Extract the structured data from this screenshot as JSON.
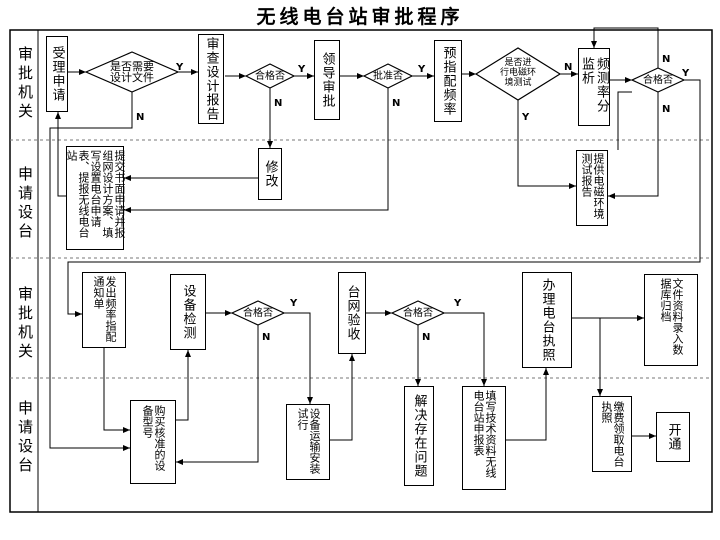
{
  "title": "无线电台站审批程序",
  "bands": [
    "审批机关",
    "申请设台",
    "审批机关",
    "申请设台"
  ],
  "boxes": {
    "b1": "受理申请",
    "b2": "审查设计报告",
    "b3": "领导审批",
    "b4": "预指配频率",
    "b5": "频测率分监析",
    "b6": "修改",
    "b7": "提交书面申请并报组网设计方案、填写设置电台申请表、提报无线电台站",
    "b8": "提供电磁环境测试报告",
    "b9": "发出频率指配通知单",
    "b10": "设备检测",
    "b11": "台网验收",
    "b12": "办理电台执照",
    "b13": "文件资料录入数据库归档",
    "b14": "购买核准的设备型号",
    "b15": "设备运输安装试行",
    "b16": "解决存在问题",
    "b17": "填写技术资料无线电台站申报表",
    "b18": "缴费领取电台执照",
    "b19": "开通"
  },
  "decisions": {
    "d1": "是否需要\n设计文件",
    "d2": "合格否",
    "d3": "批准否",
    "d4": "是否进\n行电磁环\n境测试",
    "d5": "合格否",
    "d6": "合格否",
    "d7": "合格否"
  },
  "labels": {
    "yes": "Y",
    "no": "N"
  }
}
